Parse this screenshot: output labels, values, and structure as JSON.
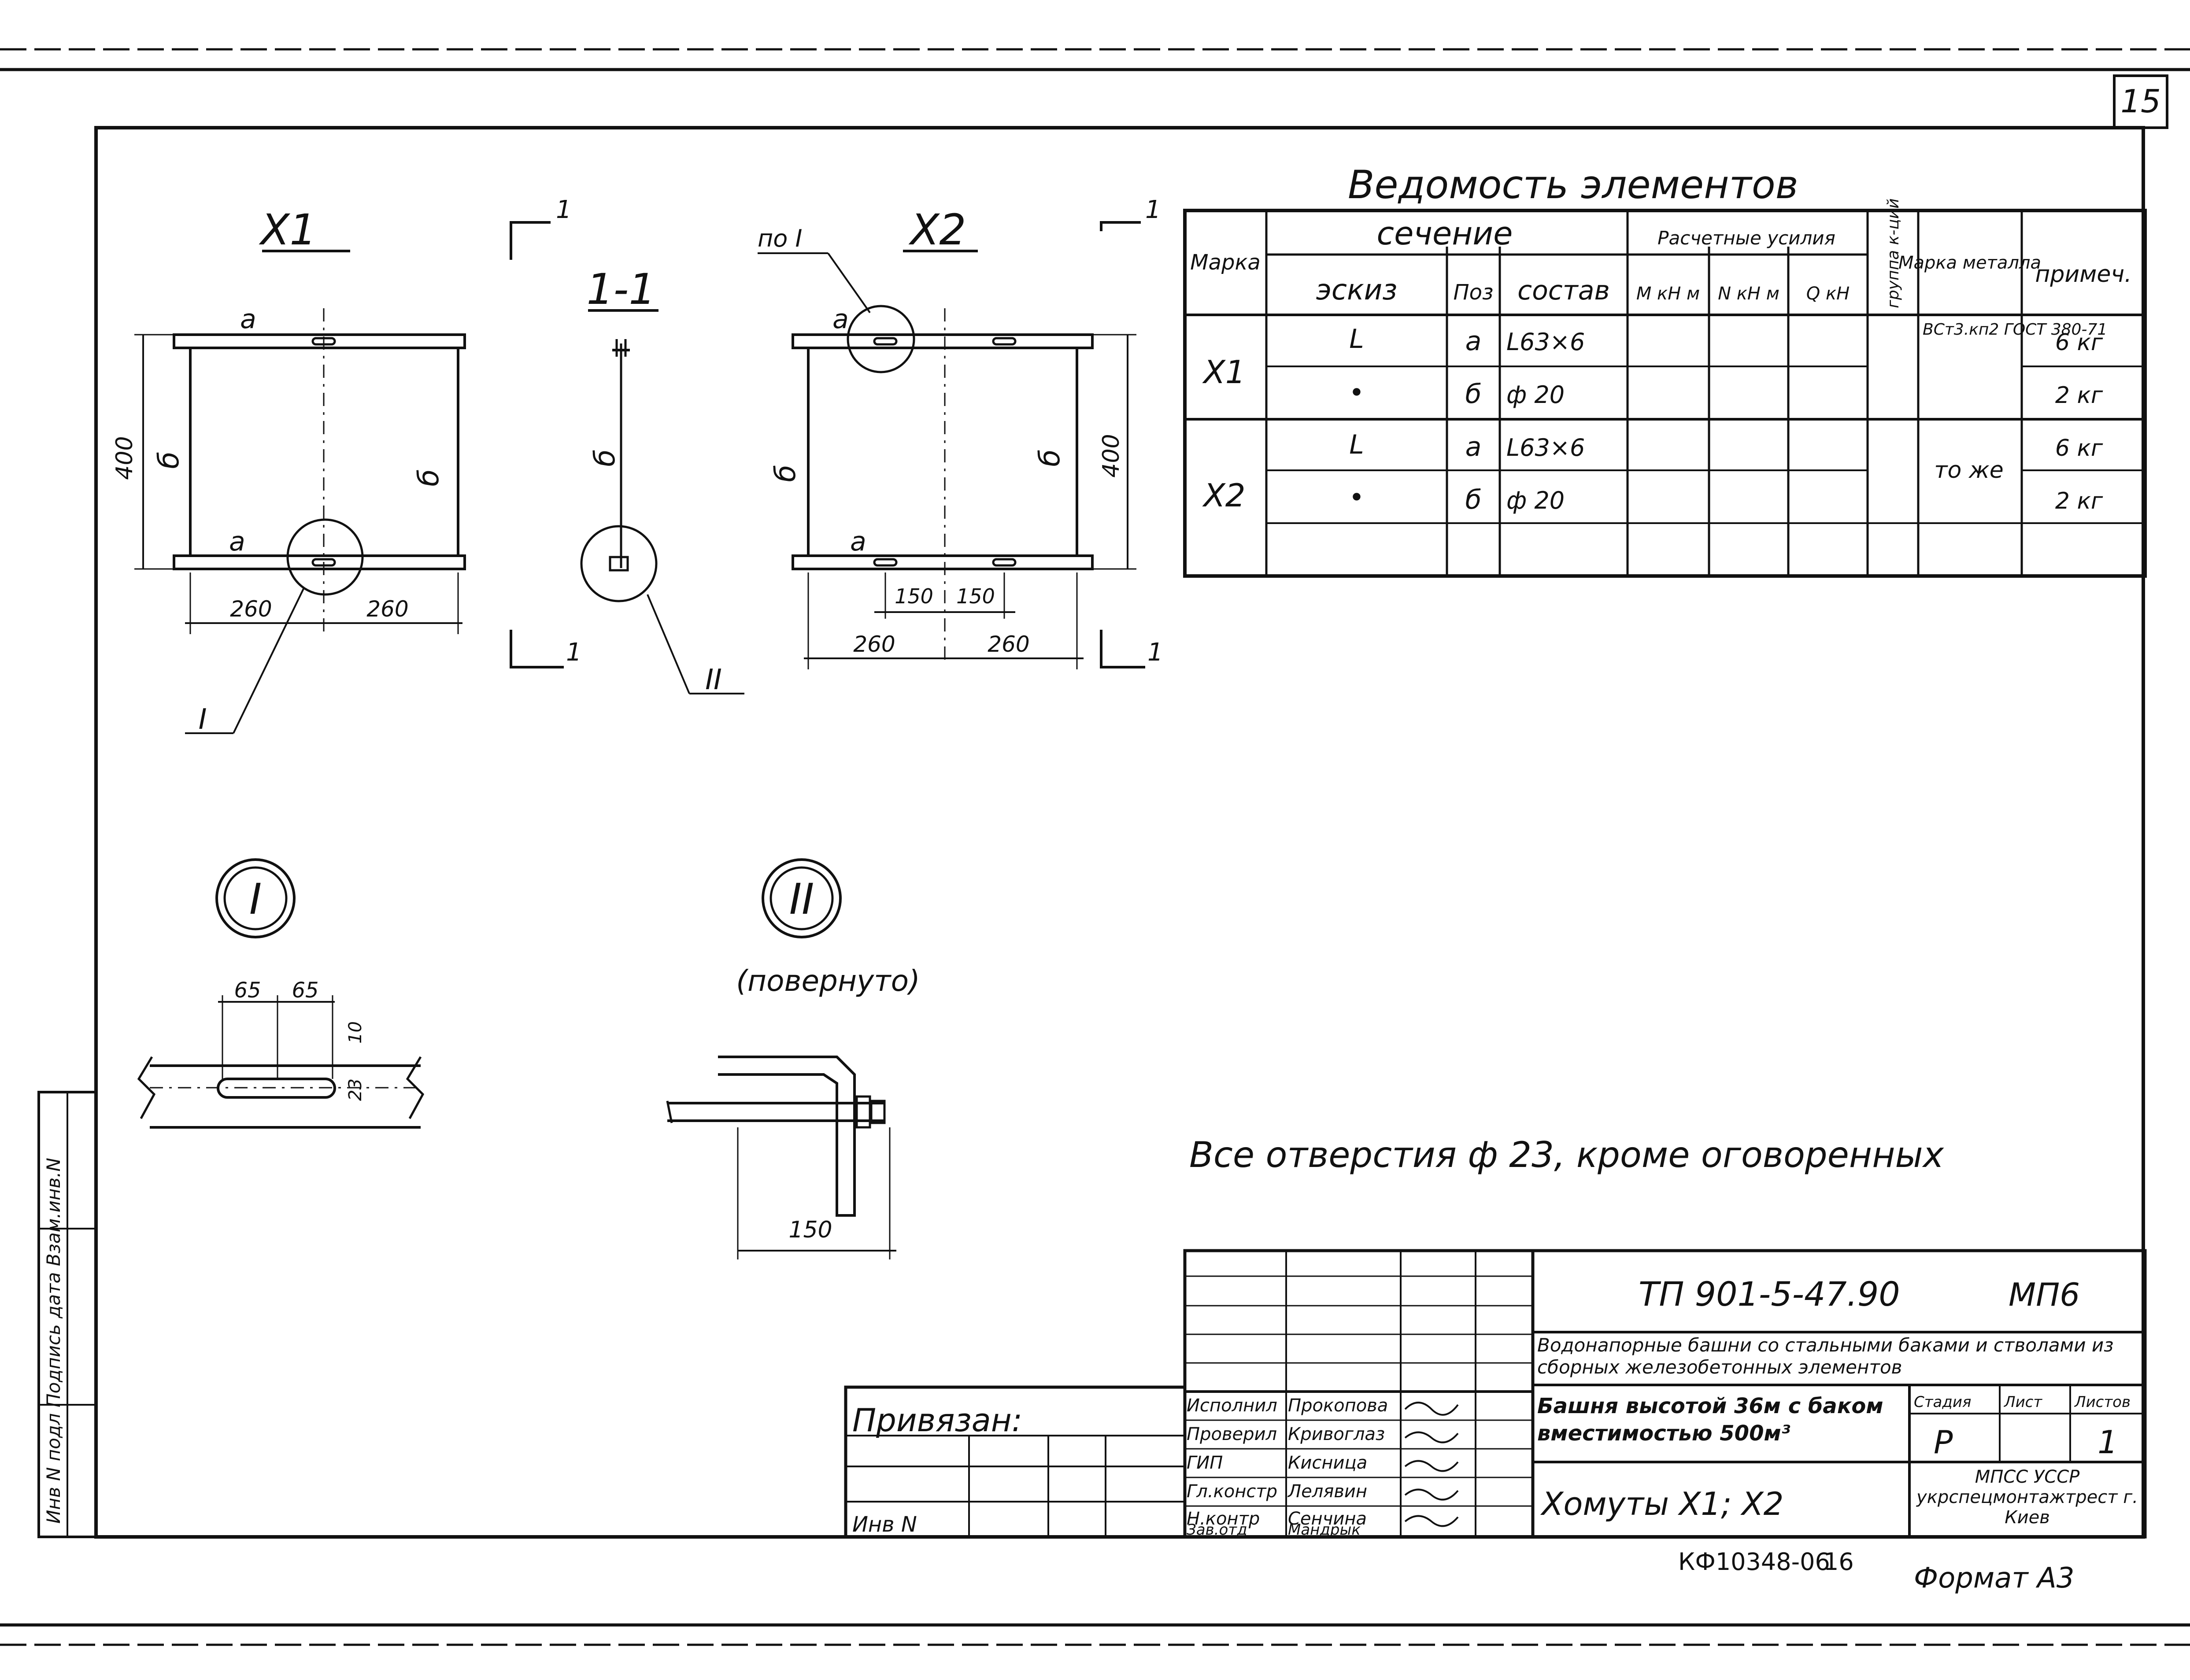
{
  "sheet_number": "15",
  "views": {
    "x1": {
      "title": "X1",
      "top_label": "а",
      "bottom_label": "а",
      "side_left": "б",
      "side_right": "б",
      "height_dim": "400",
      "dim_left": "260",
      "dim_right": "260",
      "callout": "I"
    },
    "section": {
      "title": "1-1",
      "side": "б",
      "callout": "II",
      "cut_mark": "1"
    },
    "x2": {
      "title": "X2",
      "node_ref": "по I",
      "top_label": "а",
      "bottom_label": "а",
      "side_left": "б",
      "side_right": "б",
      "height_dim": "400",
      "dim_left": "260",
      "dim_right": "260",
      "dim_inner_left": "150",
      "dim_inner_right": "150",
      "cut_mark": "1"
    }
  },
  "details": {
    "node1": {
      "label": "I",
      "dim_a": "65",
      "dim_b": "65",
      "dim_c": "10",
      "dim_d": "23"
    },
    "node2": {
      "label": "II",
      "note": "(повернуто)",
      "dim": "150"
    }
  },
  "schedule": {
    "title": "Ведомость элементов",
    "headers": {
      "mark": "Марка",
      "section": "сечение",
      "sketch": "эскиз",
      "pos": "Поз",
      "composition": "состав",
      "forces": "Расчетные усилия",
      "m": "М кН м",
      "n": "N кН м",
      "q": "Q кН",
      "group": "группа к-ций",
      "steel": "Марка металла",
      "note": "примеч."
    },
    "rows": [
      {
        "mark": "X1",
        "sketch": "L",
        "pos": "а",
        "composition": "L63×6",
        "steel": "ВСт3.кп2 ГОСТ 380-71",
        "note": "6 кг"
      },
      {
        "mark": "",
        "sketch": "•",
        "pos": "б",
        "composition": "ф 20",
        "steel": "",
        "note": "2 кг"
      },
      {
        "mark": "X2",
        "sketch": "L",
        "pos": "а",
        "composition": "L63×6",
        "steel": "то же",
        "note": "6 кг"
      },
      {
        "mark": "",
        "sketch": "•",
        "pos": "б",
        "composition": "ф 20",
        "steel": "",
        "note": "2 кг"
      }
    ]
  },
  "general_note": "Все отверстия ф 23, кроме оговоренных",
  "title_block": {
    "doc_code": "ТП 901-5-47.90",
    "sheet_code": "МП6",
    "project": "Водонапорные башни со стальными баками и стволами из сборных железобетонных элементов",
    "object": "Башня высотой 36м с баком вместимостью 500м³",
    "drawing": "Хомуты X1; X2",
    "stage_label": "Стадия",
    "sheet_label": "Лист",
    "sheets_label": "Листов",
    "stage": "Р",
    "sheet": "",
    "sheets": "1",
    "org": "МПСС УССР укрспецмонтажтрест г. Киев",
    "linked": "Привязан:",
    "inv": "Инв N",
    "signatures": [
      {
        "role": "Исполнил",
        "name": "Прокопова"
      },
      {
        "role": "Проверил",
        "name": "Кривоглаз"
      },
      {
        "role": "ГИП",
        "name": "Кисница"
      },
      {
        "role": "Гл.констр",
        "name": "Лелявин"
      },
      {
        "role": "Н.контр",
        "name": "Сенчина"
      },
      {
        "role": "Зав.отд",
        "name": "Мандрык"
      }
    ]
  },
  "side_stamp": "Инв N подл  Подпись дата  Взам.инв.N",
  "archive_code": "КФ10348-06",
  "archive_page": "16",
  "format": "Формат А3"
}
